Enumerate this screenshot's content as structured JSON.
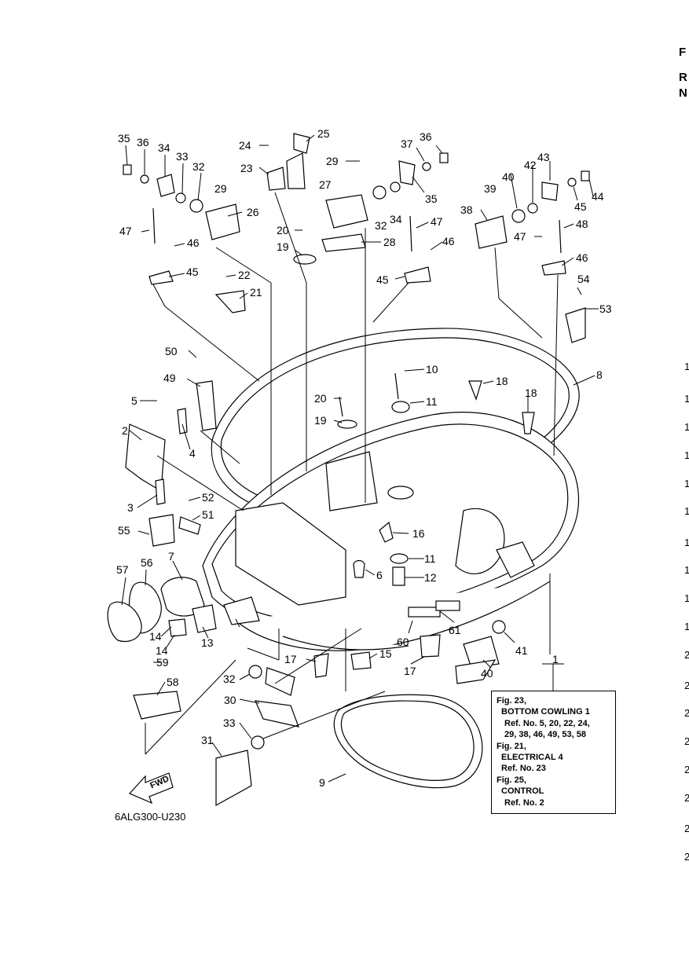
{
  "diagram": {
    "drawing_code": "6ALG300-U230",
    "fwd_label": "FWD",
    "callouts": [
      "1",
      "2",
      "3",
      "4",
      "5",
      "6",
      "7",
      "8",
      "9",
      "10",
      "11",
      "11",
      "12",
      "13",
      "14",
      "14",
      "15",
      "16",
      "17",
      "17",
      "18",
      "18",
      "19",
      "19",
      "20",
      "20",
      "21",
      "22",
      "23",
      "24",
      "25",
      "26",
      "27",
      "28",
      "29",
      "29",
      "30",
      "31",
      "32",
      "32",
      "32",
      "33",
      "33",
      "34",
      "34",
      "35",
      "35",
      "36",
      "36",
      "37",
      "38",
      "39",
      "40",
      "40",
      "41",
      "42",
      "43",
      "44",
      "45",
      "45",
      "45",
      "46",
      "46",
      "46",
      "47",
      "47",
      "47",
      "48",
      "49",
      "50",
      "51",
      "52",
      "53",
      "54",
      "55",
      "56",
      "57",
      "58",
      "59",
      "60",
      "61"
    ]
  },
  "reference_box": {
    "lines": [
      "Fig. 23,",
      "BOTTOM COWLING 1",
      "Ref. No. 5, 20, 22, 24,",
      "29, 38, 46, 49, 53, 58",
      "Fig. 21,",
      "ELECTRICAL 4",
      "Ref. No. 23",
      "Fig. 25,",
      "CONTROL",
      "Ref. No. 2"
    ]
  },
  "page_edge": {
    "letters": [
      "F",
      "R",
      "N"
    ],
    "numbers": [
      "1",
      "1",
      "1",
      "1",
      "1",
      "1",
      "1",
      "1",
      "1",
      "1",
      "2",
      "2",
      "2",
      "2",
      "2",
      "2",
      "2",
      "2"
    ]
  }
}
